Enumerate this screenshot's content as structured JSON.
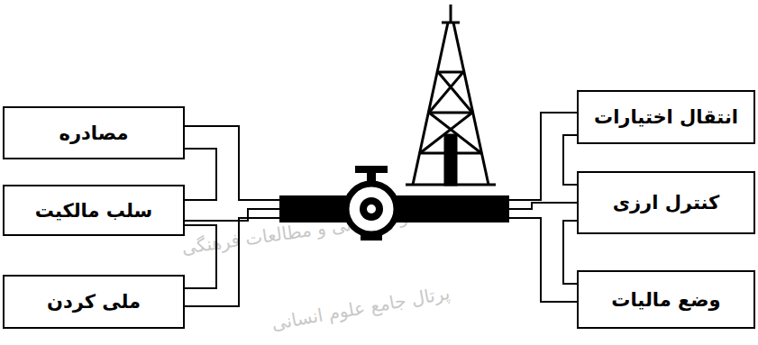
{
  "diagram": {
    "nodes": [
      {
        "text": [
          "انتقال اختیارات"
        ]
      },
      {
        "text": [
          "کنترل ارزی"
        ]
      },
      {
        "text": [
          "وضع مالیات"
        ]
      },
      {
        "text": [
          "مصادره"
        ]
      },
      {
        "text": [
          "سلب مالکیت"
        ]
      },
      {
        "text": [
          "ملی کردن"
        ]
      }
    ],
    "labels": [
      "پژوهشگاه علوم انسانی و مطالعات فرهنگی",
      "پرتال جامع علوم انسانی"
    ]
  }
}
